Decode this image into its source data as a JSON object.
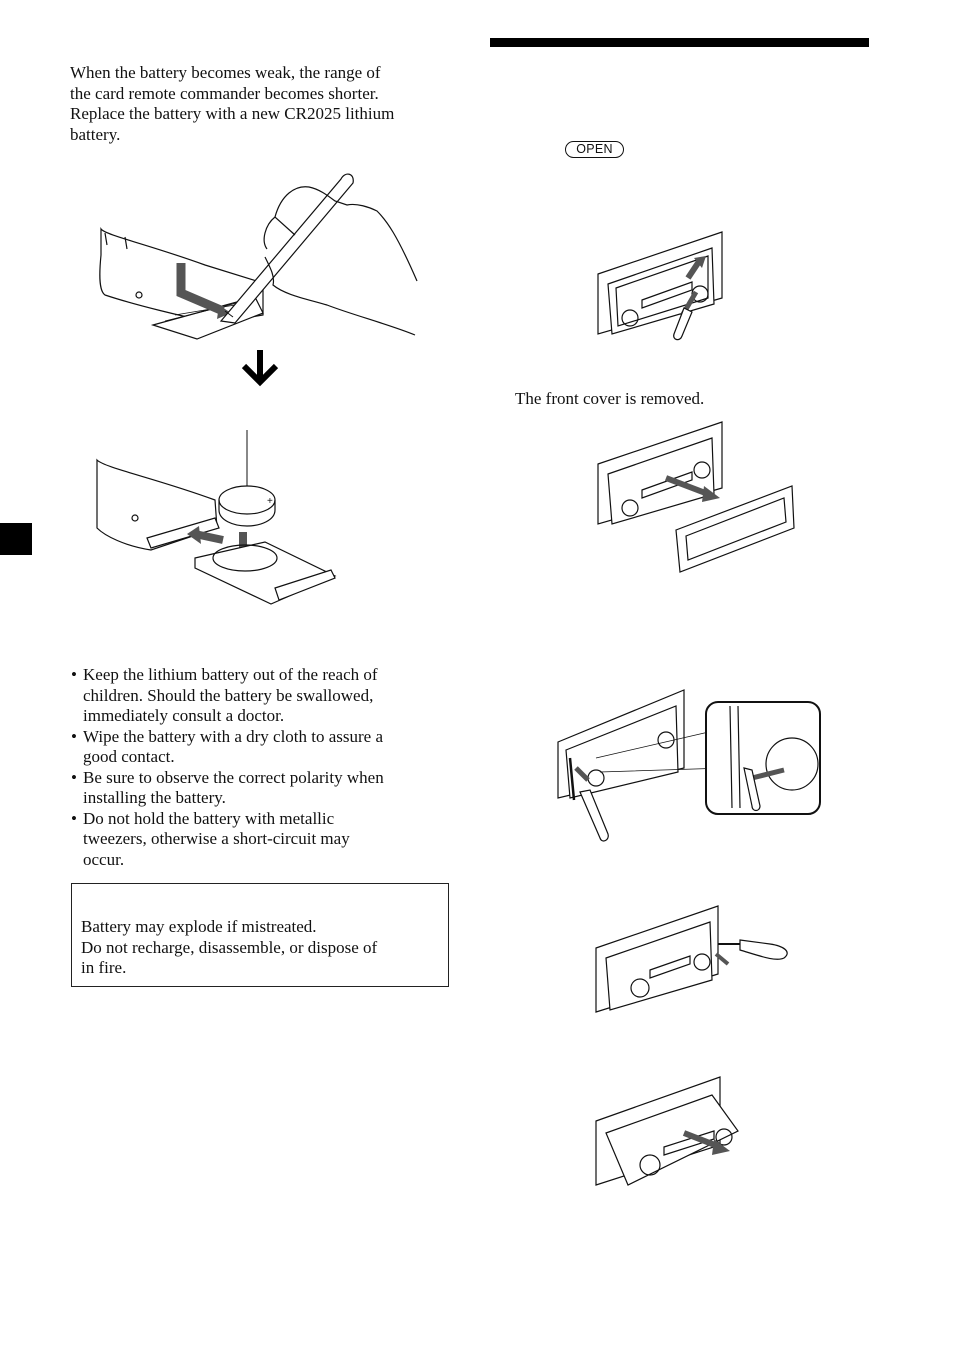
{
  "intro": {
    "line1": "When the battery becomes weak, the range of",
    "line2": "the card remote commander becomes shorter.",
    "line3": "Replace the battery with a new CR2025 lithium",
    "line4": "battery."
  },
  "figures": {
    "battery_polarity_mark": "+",
    "down_arrow": "down-arrow-icon",
    "screwdriver": "screwdriver-icon"
  },
  "notes": [
    {
      "line1": "Keep the lithium battery out of the reach of",
      "line2": "children. Should the battery be swallowed,",
      "line3": "immediately consult a doctor."
    },
    {
      "line1": "Wipe the battery with a dry cloth to assure a",
      "line2": "good contact."
    },
    {
      "line1": "Be sure to observe the correct polarity when",
      "line2": "installing the battery."
    },
    {
      "line1": "Do not hold the battery with metallic",
      "line2": "tweezers, otherwise a short-circuit may",
      "line3": "occur."
    }
  ],
  "warning": {
    "line1": "Battery may explode if mistreated.",
    "line2": "Do not recharge, disassemble, or dispose of",
    "line3": "in fire."
  },
  "right": {
    "open_button": "OPEN",
    "cover_removed": "The front cover is removed."
  }
}
